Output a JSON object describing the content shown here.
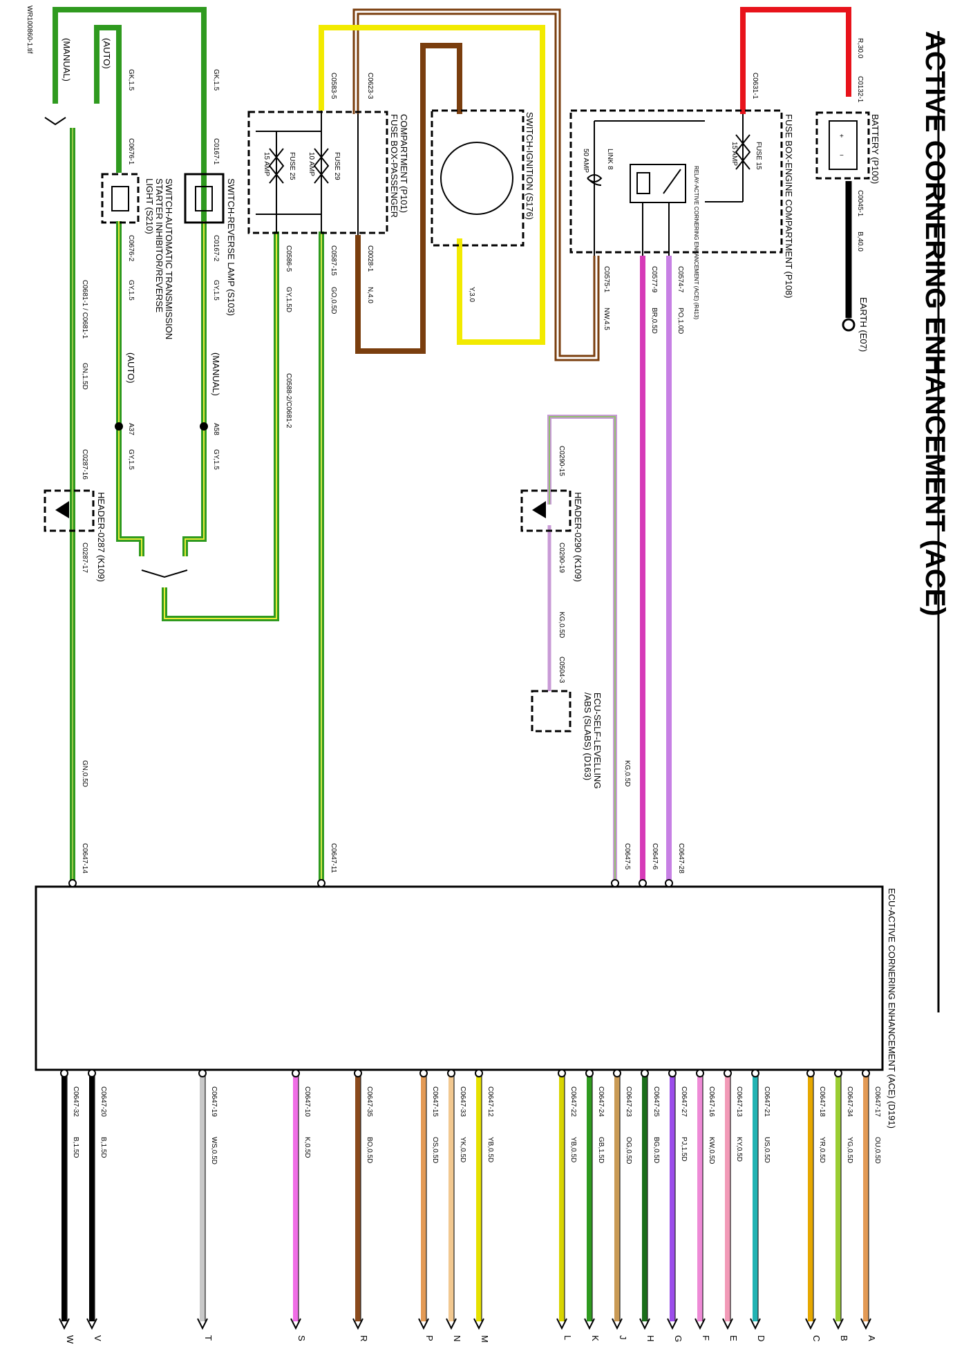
{
  "title": "ACTIVE CORNERING ENHANCEMENT (ACE)",
  "file_id": "WR100860-1.tif",
  "components": {
    "battery": "BATTERY (P100)",
    "earth": "EARTH (E07)",
    "fuse_engine": "FUSE BOX-ENGINE COMPARTMENT (P108)",
    "fuse15": "FUSE 15",
    "fuse15_amp": "15 AMP",
    "link8": "LINK 8",
    "link8_amp": "50 AMP",
    "relay": "RELAY-ACTIVE CORNERING ENHANCEMENT (ACE) (R413)",
    "ignition": "SWITCH-IGNITION (S176)",
    "fuse_pass1": "FUSE BOX-PASSENGER",
    "fuse_pass2": "COMPARTMENT (P101)",
    "fuse29": "FUSE 29",
    "fuse29_amp": "10 AMP",
    "fuse25": "FUSE 25",
    "fuse25_amp": "15 AMP",
    "reverse": "SWITCH-REVERSE LAMP (S103)",
    "inhibitor1": "SWITCH-AUTOMATIC TRANSMISSION",
    "inhibitor2": "STARTER INHIBITOR/REVERSE",
    "inhibitor3": "LIGHT (S210)",
    "manual": "(MANUAL)",
    "auto": "(AUTO)",
    "header_k109": "HEADER-0287 (K109)",
    "header_k109b": "HEADER-0290 (K109)",
    "slabs1": "ECU-SELF-LEVELLING",
    "slabs2": "/ABS (SLABS) (D163)",
    "ace_ecu": "ECU-ACTIVE CORNERING ENHANCEMENT (ACE) (D191)"
  },
  "wire_labels": {
    "r30": "R,30.0",
    "c0132": "C0132-1",
    "c0045": "C0045-1",
    "b40": "B,40.0",
    "c0631": "C0631-1",
    "c0574": "C0574-7",
    "c0577": "C0577-9",
    "c0575": "C0575-1",
    "po": "PO,1.0D",
    "br": "BR,0.5D",
    "nw": "NW,4.5",
    "y3": "Y,3.0",
    "c0583": "C0583-5",
    "c0623": "C0623-3",
    "c0028": "C0028-1",
    "c0587": "C0587-15",
    "c0586": "C0586-5",
    "n4": "N,4.0",
    "go": "GO,0.5D",
    "gy": "GY,1.5D",
    "c0588": "C0588-2/C0681-2",
    "gk": "GK,1.5",
    "c0167_1": "C0167-1",
    "c0167_2": "C0167-2",
    "c0676_1": "C0676-1",
    "c0676_2": "C0676-2",
    "gy15": "GY,1.5",
    "a58": "A58",
    "a37": "A37",
    "c0681": "C0681-1 / C0681-1",
    "gn5": "GN,1.5D",
    "c0287_16": "C0287-16",
    "c0287_17": "C0287-17",
    "gn05": "GN,0.5D",
    "c0647_14": "C0647-14",
    "c0647_11": "C0647-11",
    "c0290_15": "C0290-15",
    "c0290_19": "C0290-19",
    "kg05": "KG,0.5D",
    "c0504": "C0504-3",
    "kg05b": "KG,0.5D",
    "c0647_5": "C0647-5",
    "c0647_6": "C0647-6",
    "c0647_28": "C0647-28"
  },
  "pins": [
    {
      "letter": "A",
      "connector": "C0647-17",
      "wire": "OU,0.5D",
      "color": "#e39a55"
    },
    {
      "letter": "B",
      "connector": "C0647-34",
      "wire": "YG,0.5D",
      "color": "#9acd32"
    },
    {
      "letter": "C",
      "connector": "C0647-18",
      "wire": "YR,0.5D",
      "color": "#e6a800"
    },
    {
      "letter": "D",
      "connector": "C0647-21",
      "wire": "US,0.5D",
      "color": "#22b3b3"
    },
    {
      "letter": "E",
      "connector": "C0647-13",
      "wire": "KY,0.5D",
      "color": "#f29ab7"
    },
    {
      "letter": "F",
      "connector": "C0647-16",
      "wire": "KW,0.5D",
      "color": "#ee8ad6"
    },
    {
      "letter": "G",
      "connector": "C0647-27",
      "wire": "PJ,1.5D",
      "color": "#9b4dea"
    },
    {
      "letter": "H",
      "connector": "C0647-25",
      "wire": "BG,0.5D",
      "color": "#1a6d1a"
    },
    {
      "letter": "J",
      "connector": "C0647-23",
      "wire": "OG,0.5D",
      "color": "#c99a55"
    },
    {
      "letter": "K",
      "connector": "C0647-24",
      "wire": "GB,1.5D",
      "color": "#2f9a1f"
    },
    {
      "letter": "L",
      "connector": "C0647-22",
      "wire": "YB,0.5D",
      "color": "#d8d400"
    },
    {
      "letter": "M",
      "connector": "C0647-12",
      "wire": "YB,0.5D",
      "color": "#e6e100"
    },
    {
      "letter": "N",
      "connector": "C0647-33",
      "wire": "YK,0.5D",
      "color": "#f2c890"
    },
    {
      "letter": "P",
      "connector": "C0647-15",
      "wire": "OS,0.5D",
      "color": "#e39a55"
    },
    {
      "letter": "R",
      "connector": "C0647-35",
      "wire": "BO,0.5D",
      "color": "#8a4a1c"
    },
    {
      "letter": "S",
      "connector": "C0647-10",
      "wire": "K,0.5D",
      "color": "#f06ee6"
    },
    {
      "letter": "T",
      "connector": "C0647-19",
      "wire": "WS,0.5D",
      "color": "#c8c8c8"
    },
    {
      "letter": "V",
      "connector": "C0647-20",
      "wire": "B,1.5D",
      "color": "#000000"
    },
    {
      "letter": "W",
      "connector": "C0647-32",
      "wire": "B,1.5D",
      "color": "#000000"
    }
  ]
}
